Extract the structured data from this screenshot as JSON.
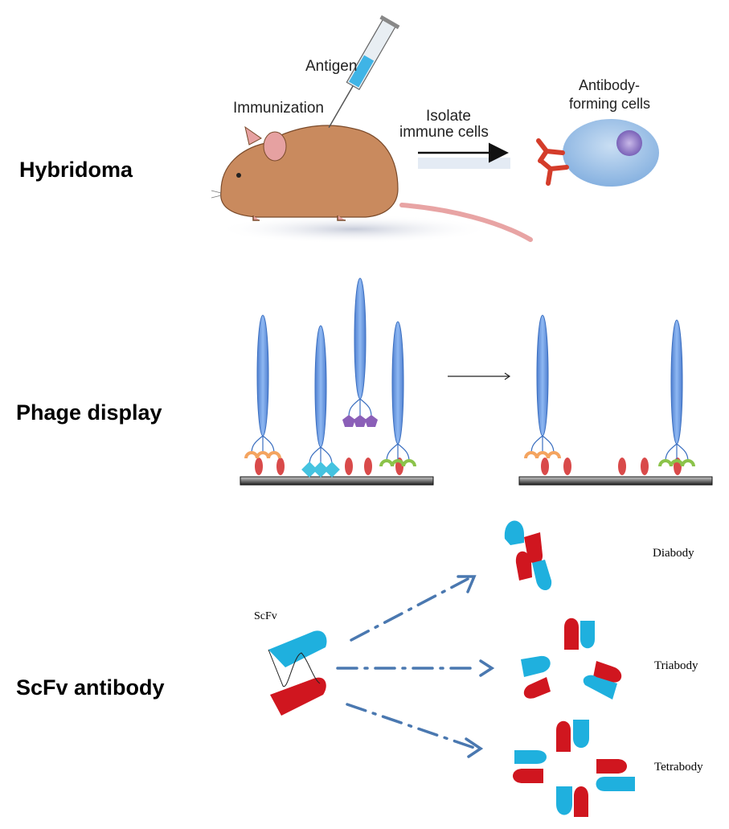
{
  "rows": [
    {
      "label": "Hybridoma"
    },
    {
      "label": "Phage display"
    },
    {
      "label": "ScFv antibody"
    }
  ],
  "hybridoma": {
    "antigen_label": "Antigen",
    "immunization_label": "Immunization",
    "arrow_label_line1": "Isolate",
    "arrow_label_line2": "immune cells",
    "cells_label_line1": "Antibody-",
    "cells_label_line2": "forming cells"
  },
  "scfv": {
    "source_label": "ScFv",
    "products": [
      {
        "label": "Diabody"
      },
      {
        "label": "Triabody"
      },
      {
        "label": "Tetrabody"
      }
    ]
  },
  "colors": {
    "phage_blue": "#5b8fde",
    "antigen_red": "#d94a4a",
    "scfv_cyan": "#1fb0de",
    "scfv_red": "#d0161f",
    "mouse_brown": "#c98a5e",
    "cell_blue": "#9cc4e8"
  }
}
